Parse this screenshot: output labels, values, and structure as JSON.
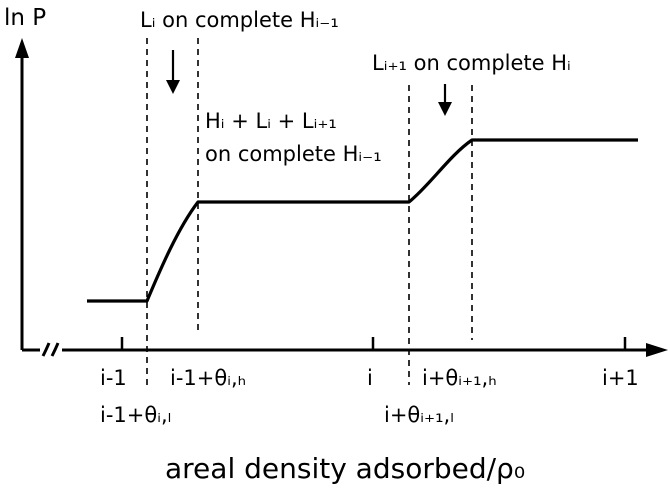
{
  "y_axis_label": "ln P",
  "x_axis_label": "areal density adsorbed/ρ₀",
  "annotations": {
    "left_step": "Lᵢ on complete Hᵢ₋₁",
    "middle_line1": "Hᵢ + Lᵢ + Lᵢ₊₁",
    "middle_line2": "on complete Hᵢ₋₁",
    "right_step": "Lᵢ₊₁ on complete Hᵢ"
  },
  "x_ticks": {
    "i_minus_1": "i-1",
    "i_minus_1_theta_h": "i-1+θᵢ,ₕ",
    "i_minus_1_theta_l": "i-1+θᵢ,ₗ",
    "i": "i",
    "i_theta_h": "i+θᵢ₊₁,ₕ",
    "i_theta_l": "i+θᵢ₊₁,ₗ",
    "i_plus_1": "i+1"
  }
}
